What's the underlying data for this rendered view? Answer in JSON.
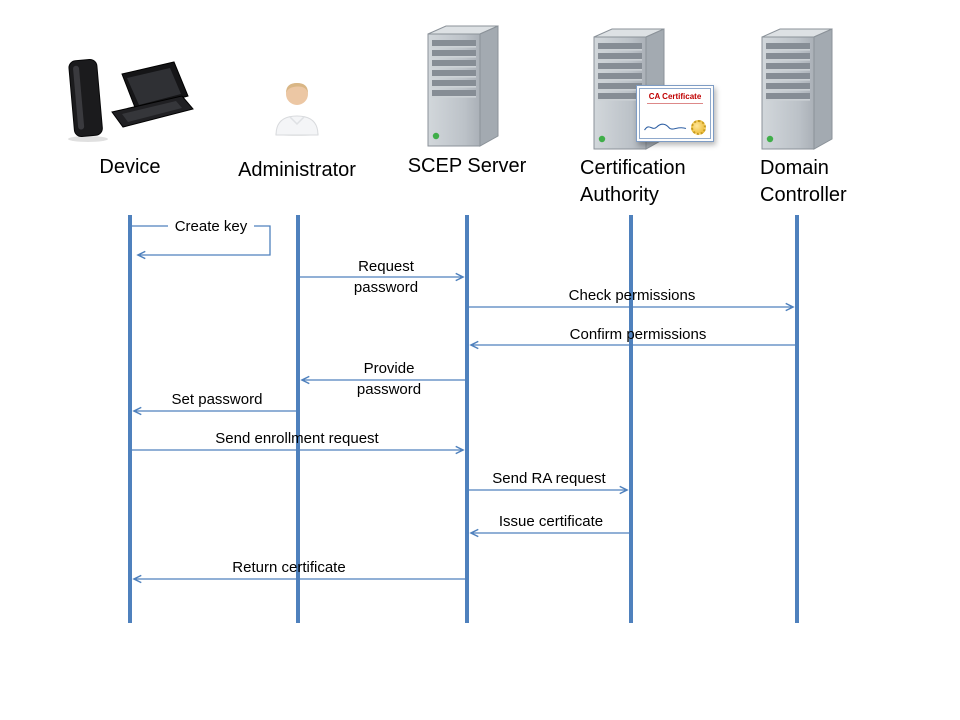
{
  "diagram": {
    "actors": [
      {
        "id": "device",
        "label": "Device"
      },
      {
        "id": "administrator",
        "label": "Administrator"
      },
      {
        "id": "scep-server",
        "label": "SCEP Server"
      },
      {
        "id": "certification-authority",
        "label": "Certification Authority"
      },
      {
        "id": "domain-controller",
        "label": "Domain Controller"
      }
    ],
    "ca_badge_label": "CA Certificate",
    "messages": [
      {
        "label": "Create key",
        "from": "device",
        "to": "device"
      },
      {
        "label": "Request password",
        "from": "administrator",
        "to": "scep-server"
      },
      {
        "label": "Check permissions",
        "from": "scep-server",
        "to": "domain-controller"
      },
      {
        "label": "Confirm permissions",
        "from": "domain-controller",
        "to": "scep-server"
      },
      {
        "label": "Provide password",
        "from": "scep-server",
        "to": "administrator"
      },
      {
        "label": "Set password",
        "from": "administrator",
        "to": "device"
      },
      {
        "label": "Send enrollment request",
        "from": "device",
        "to": "scep-server"
      },
      {
        "label": "Send RA request",
        "from": "scep-server",
        "to": "certification-authority"
      },
      {
        "label": "Issue certificate",
        "from": "certification-authority",
        "to": "scep-server"
      },
      {
        "label": "Return certificate",
        "from": "scep-server",
        "to": "device"
      }
    ],
    "colors": {
      "lifeline": "#4f81bd",
      "arrow": "#4f81bd",
      "text": "#000000",
      "ca_title": "#c00000"
    }
  }
}
